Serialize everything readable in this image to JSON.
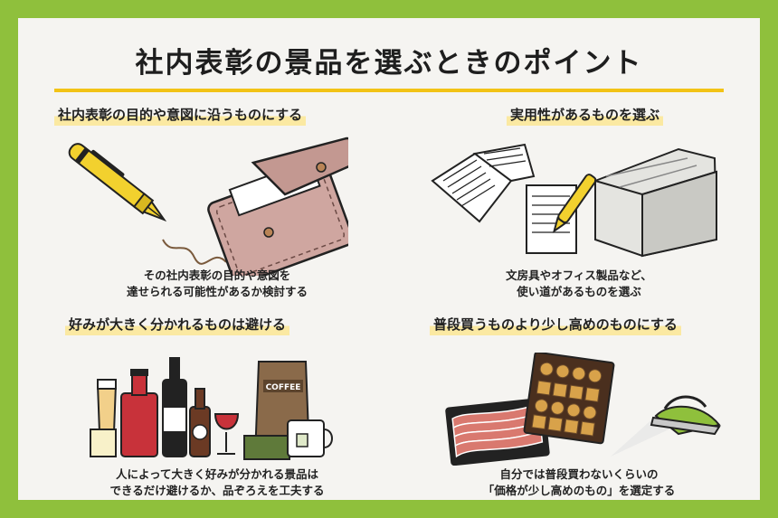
{
  "title": "社内表彰の景品を選ぶときのポイント",
  "sections": [
    {
      "heading": "社内表彰の目的や意図に沿うものにする",
      "desc_line1": "その社内表彰の目的や意図を",
      "desc_line2": "達せられる可能性があるか検討する"
    },
    {
      "heading": "実用性があるものを選ぶ",
      "desc_line1": "文房具やオフィス製品など、",
      "desc_line2": "使い道があるものを選ぶ"
    },
    {
      "heading": "好みが大きく分かれるものは避ける",
      "desc_line1": "人によって大きく好みが分かれる景品は",
      "desc_line2": "できるだけ避けるか、品ぞろえを工夫する"
    },
    {
      "heading": "普段買うものより少し高めのものにする",
      "desc_line1": "自分では普段買わないくらいの",
      "desc_line2": "「価格が少し高めのもの」を選定する"
    }
  ],
  "coffee_bag_label": "COFFEE",
  "colors": {
    "frame": "#8fc03c",
    "accent": "#f2c316",
    "highlight": "#fbe9a2",
    "background": "#f5f4f1"
  }
}
